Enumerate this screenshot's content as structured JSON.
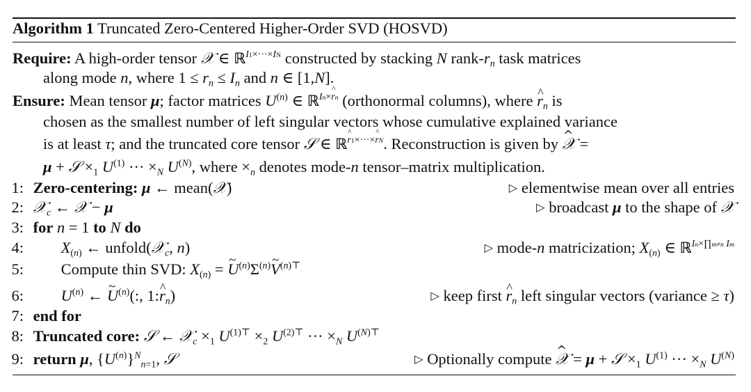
{
  "algorithm": {
    "label": "Algorithm 1",
    "title": "Truncated Zero-Centered Higher-Order SVD (HOSVD)"
  },
  "require": {
    "label": "Require:",
    "text_a": "A high-order tensor",
    "text_b": "constructed by stacking",
    "text_c": "rank-",
    "text_d": "task matrices",
    "line2_a": "along mode",
    "line2_b": ", where 1 ≤",
    "line2_c": "and",
    "line2_d": "∈ [1,"
  },
  "ensure": {
    "label": "Ensure:",
    "l1_a": "Mean tensor",
    "l1_b": "; factor matrices",
    "l1_c": "(orthonormal columns), where",
    "l1_d": "is",
    "l2": "chosen as the smallest number of left singular vectors whose cumulative explained variance",
    "l3_a": "is at least",
    "l3_b": "; and the truncated core tensor",
    "l3_c": ". Reconstruction is given by",
    "l4_a": ", where",
    "l4_b": "denotes mode-",
    "l4_c": "tensor–matrix multiplication."
  },
  "steps": [
    {
      "n": "1:",
      "head": "Zero-centering:",
      "comment": "elementwise mean over all entries"
    },
    {
      "n": "2:",
      "comment": "broadcast",
      "comment_tail": "to the shape of"
    },
    {
      "n": "3:",
      "kw1": "for",
      "kw2": "to",
      "kw3": "do"
    },
    {
      "n": "4:",
      "comment": "mode-",
      "comment_tail": "matricization;"
    },
    {
      "n": "5:",
      "text": "Compute thin SVD:"
    },
    {
      "n": "6:",
      "comment": "keep first",
      "comment_tail": "left singular vectors (variance ≥"
    },
    {
      "n": "7:",
      "kw1": "end for"
    },
    {
      "n": "8:",
      "head": "Truncated core:"
    },
    {
      "n": "9:",
      "kw1": "return",
      "comment": "Optionally compute"
    }
  ],
  "icons": {
    "comment_marker": "triangle-right-icon"
  }
}
